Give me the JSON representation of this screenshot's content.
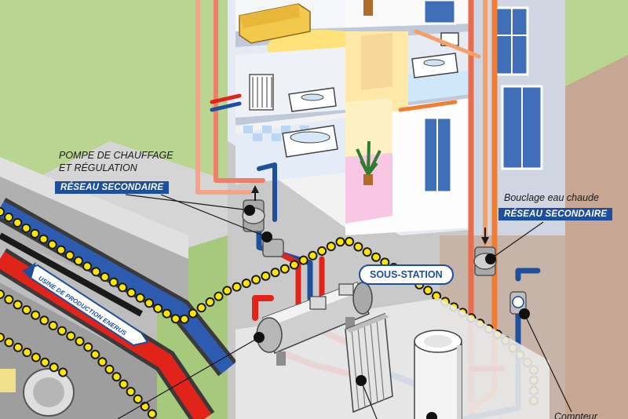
{
  "labels": {
    "pump_line1": "POMPE DE CHAUFFAGE",
    "pump_line2": "ET RÉGULATION",
    "pump_network": "RÉSEAU SECONDAIRE",
    "loop_title": "Bouclage eau chaude",
    "loop_network": "RÉSEAU SECONDAIRE",
    "substation": "SOUS-STATION",
    "plant_arrow": "USINE DE PRODUCTION ENERUS",
    "meter": "Compteur"
  },
  "colors": {
    "hot_pipe": "#e2231a",
    "cold_pipe": "#1d4f9c",
    "hot_water": "#f07d32",
    "network_badge": "#1d4f9c",
    "dotted_boundary": "#ffe600",
    "grass": "#b9d58f"
  },
  "icons": [
    "pump-icon",
    "heat-exchanger-icon",
    "plate-exchanger-icon",
    "storage-tank-icon",
    "meter-icon",
    "sofa-icon",
    "radiator-icon",
    "sink-icon",
    "bathtub-icon",
    "plant-icon",
    "window-icon",
    "door-icon"
  ]
}
